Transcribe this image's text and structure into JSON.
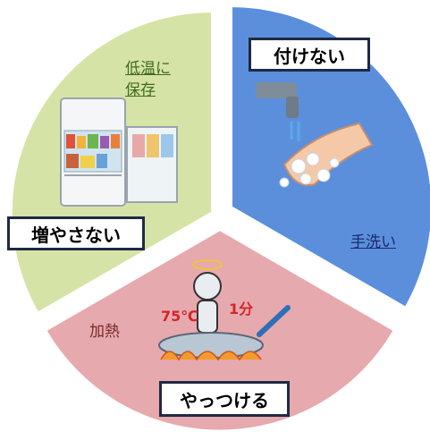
{
  "segments": [
    {
      "id": "keep-cold",
      "box_label": "増やさない",
      "caption_line1": "低温に",
      "caption_line2": "保存",
      "color": "#d6e3a6"
    },
    {
      "id": "hand-wash",
      "box_label": "付けない",
      "caption": "手洗い",
      "color": "#5b8fdc"
    },
    {
      "id": "heat",
      "box_label": "やっつける",
      "caption": "加熱",
      "color": "#e6a9ae",
      "temp_label": "75℃",
      "time_label": "1分"
    }
  ],
  "colors": {
    "outline": "#ffffff",
    "box_border": "#1f2a44",
    "caption_green": "#3f6b1d",
    "caption_navy": "#1a2a6c",
    "caption_red": "#7a2a2a"
  },
  "icons": [
    "refrigerator-icon",
    "faucet-icon",
    "washing-hands-icon",
    "frying-pan-icon",
    "cartoon-germ-icon"
  ]
}
